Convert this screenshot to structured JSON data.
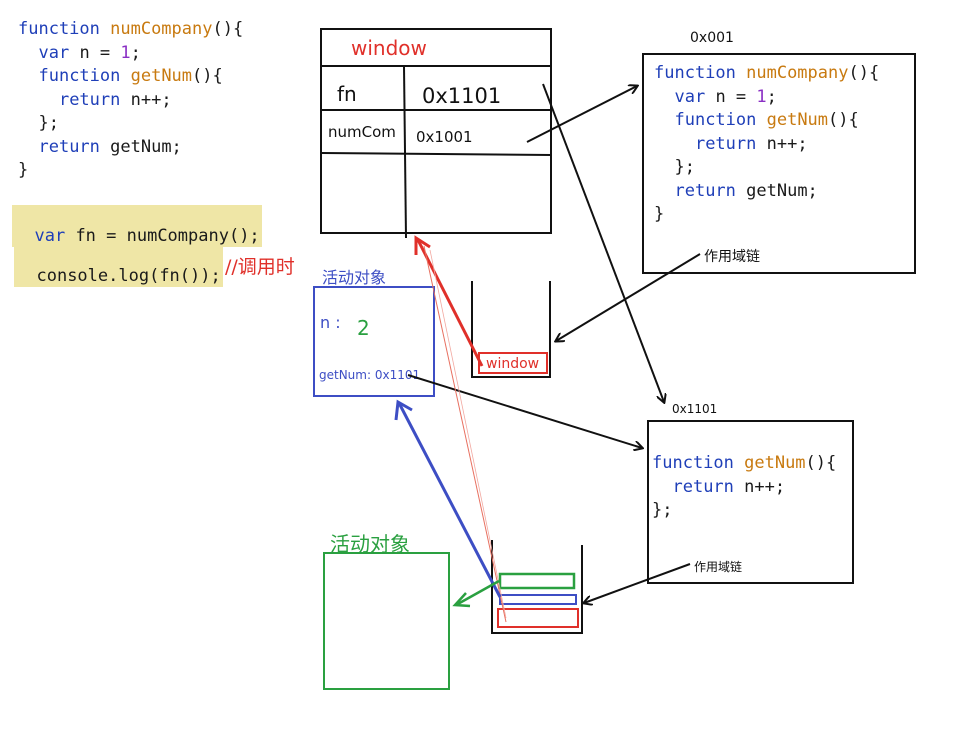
{
  "colors": {
    "keyword": "#1f3fb8",
    "function_name": "#c87a10",
    "number": "#8a2fc4",
    "highlight": "#efe6a6",
    "red": "#e0302a",
    "blue": "#3d4ec4",
    "green": "#2aa040"
  },
  "code_left": {
    "lines": [
      {
        "kw": "function ",
        "fn": "numCompany",
        "rest": "(){"
      },
      {
        "indent": "  ",
        "kw": "var ",
        "rest": "n = ",
        "num": "1",
        "rest2": ";"
      },
      {
        "indent": "  ",
        "kw": "function ",
        "fn": "getNum",
        "rest": "(){"
      },
      {
        "indent": "    ",
        "kw": "return ",
        "rest": "n++;"
      },
      {
        "indent": "  ",
        "rest": "};"
      },
      {
        "indent": "  ",
        "kw": "return ",
        "rest": "getNum;"
      },
      {
        "rest": "}"
      }
    ]
  },
  "call_line": {
    "kw": "var ",
    "rest": "fn = numCompany();"
  },
  "log_line": {
    "fn": "console",
    "rest": ".log(fn());"
  },
  "call_comment": "//调用时",
  "window_table": {
    "title": "window",
    "row1_key": "fn",
    "row1_val": "0x1101",
    "row2_key": "numCom",
    "row2_val": "0x1001"
  },
  "heap_numCompany": {
    "address": "0x001",
    "lines": [
      {
        "kw": "function ",
        "fn": "numCompany",
        "rest": "(){"
      },
      {
        "indent": "  ",
        "kw": "var ",
        "rest": "n = ",
        "num": "1",
        "rest2": ";"
      },
      {
        "indent": "  ",
        "kw": "function ",
        "fn": "getNum",
        "rest": "(){"
      },
      {
        "indent": "    ",
        "kw": "return ",
        "rest": "n++;"
      },
      {
        "indent": "  ",
        "rest": "};"
      },
      {
        "indent": "  ",
        "kw": "return ",
        "rest": "getNum;"
      },
      {
        "rest": "}"
      }
    ],
    "scope_chain_label": "作用域链"
  },
  "heap_getNum": {
    "address": "0x1101",
    "lines": [
      {
        "kw": "function ",
        "fn": "getNum",
        "rest": "(){"
      },
      {
        "indent": "  ",
        "kw": "return ",
        "rest": "n++;"
      },
      {
        "rest": "};"
      }
    ],
    "scope_chain_label": "作用域链"
  },
  "activation_object_blue": {
    "title": "活动对象",
    "n_label": "n :",
    "n_value": "2",
    "getnum_entry": "getNum: 0x1101"
  },
  "stack_top": {
    "window_label": "window"
  },
  "activation_object_green": {
    "title": "活动对象"
  }
}
